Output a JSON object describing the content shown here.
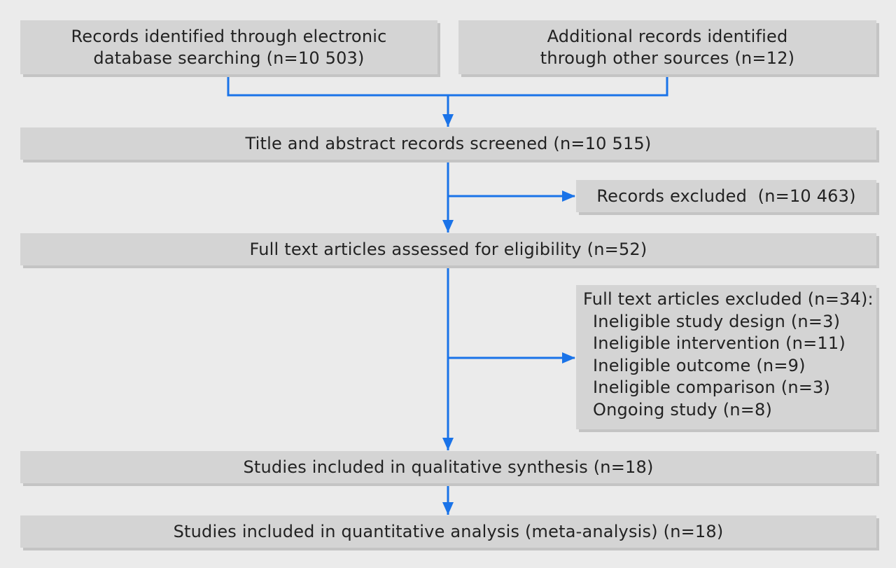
{
  "boxes": {
    "database": {
      "line1": "Records identified through electronic",
      "line2": "database searching (n=10 503)"
    },
    "other_sources": {
      "line1": "Additional records identified",
      "line2": "through other sources (n=12)"
    },
    "screened": "Title and abstract records screened (n=10 515)",
    "records_excluded": "Records excluded  (n=10 463)",
    "full_text_assessed": "Full text articles assessed for eligibility (n=52)",
    "full_text_excluded": {
      "heading": "Full text articles excluded (n=34):",
      "reasons": [
        "Ineligible study design (n=3)",
        "Ineligible intervention (n=11)",
        "Ineligible outcome (n=9)",
        "Ineligible comparison (n=3)",
        "Ongoing study (n=8)"
      ]
    },
    "qualitative": "Studies included in qualitative synthesis (n=18)",
    "quantitative": "Studies included in quantitative analysis (meta-analysis) (n=18)"
  },
  "colors": {
    "background": "#ebebeb",
    "box_fill": "#d4d4d4",
    "box_shadow": "#c4c4c4",
    "arrow": "#1a73e8",
    "text": "#222222"
  }
}
